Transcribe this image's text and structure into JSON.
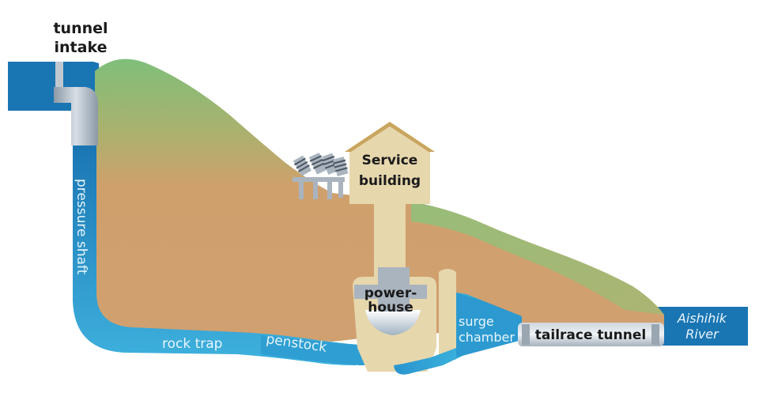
{
  "labels": {
    "tunnel_intake_1": "tunnel",
    "tunnel_intake_2": "intake",
    "pressure_shaft": "pressure shaft",
    "rock_trap": "rock trap",
    "penstock": "penstock",
    "powerhouse_1": "power-",
    "powerhouse_2": "house",
    "service_building_1": "Service",
    "service_building_2": "building",
    "surge_chamber_1": "surge",
    "surge_chamber_2": "chamber",
    "tailrace_tunnel": "tailrace tunnel",
    "river_1": "Aishihik",
    "river_2": "River"
  },
  "colors": {
    "water_dark": "#1a75b3",
    "water_light": "#34a9d9",
    "earth": "#d0a070",
    "grass": "#8cbf7a",
    "concrete": "#e6d7ad",
    "roof": "#c9a55e",
    "pipe_gray": "#a9b4bf"
  }
}
